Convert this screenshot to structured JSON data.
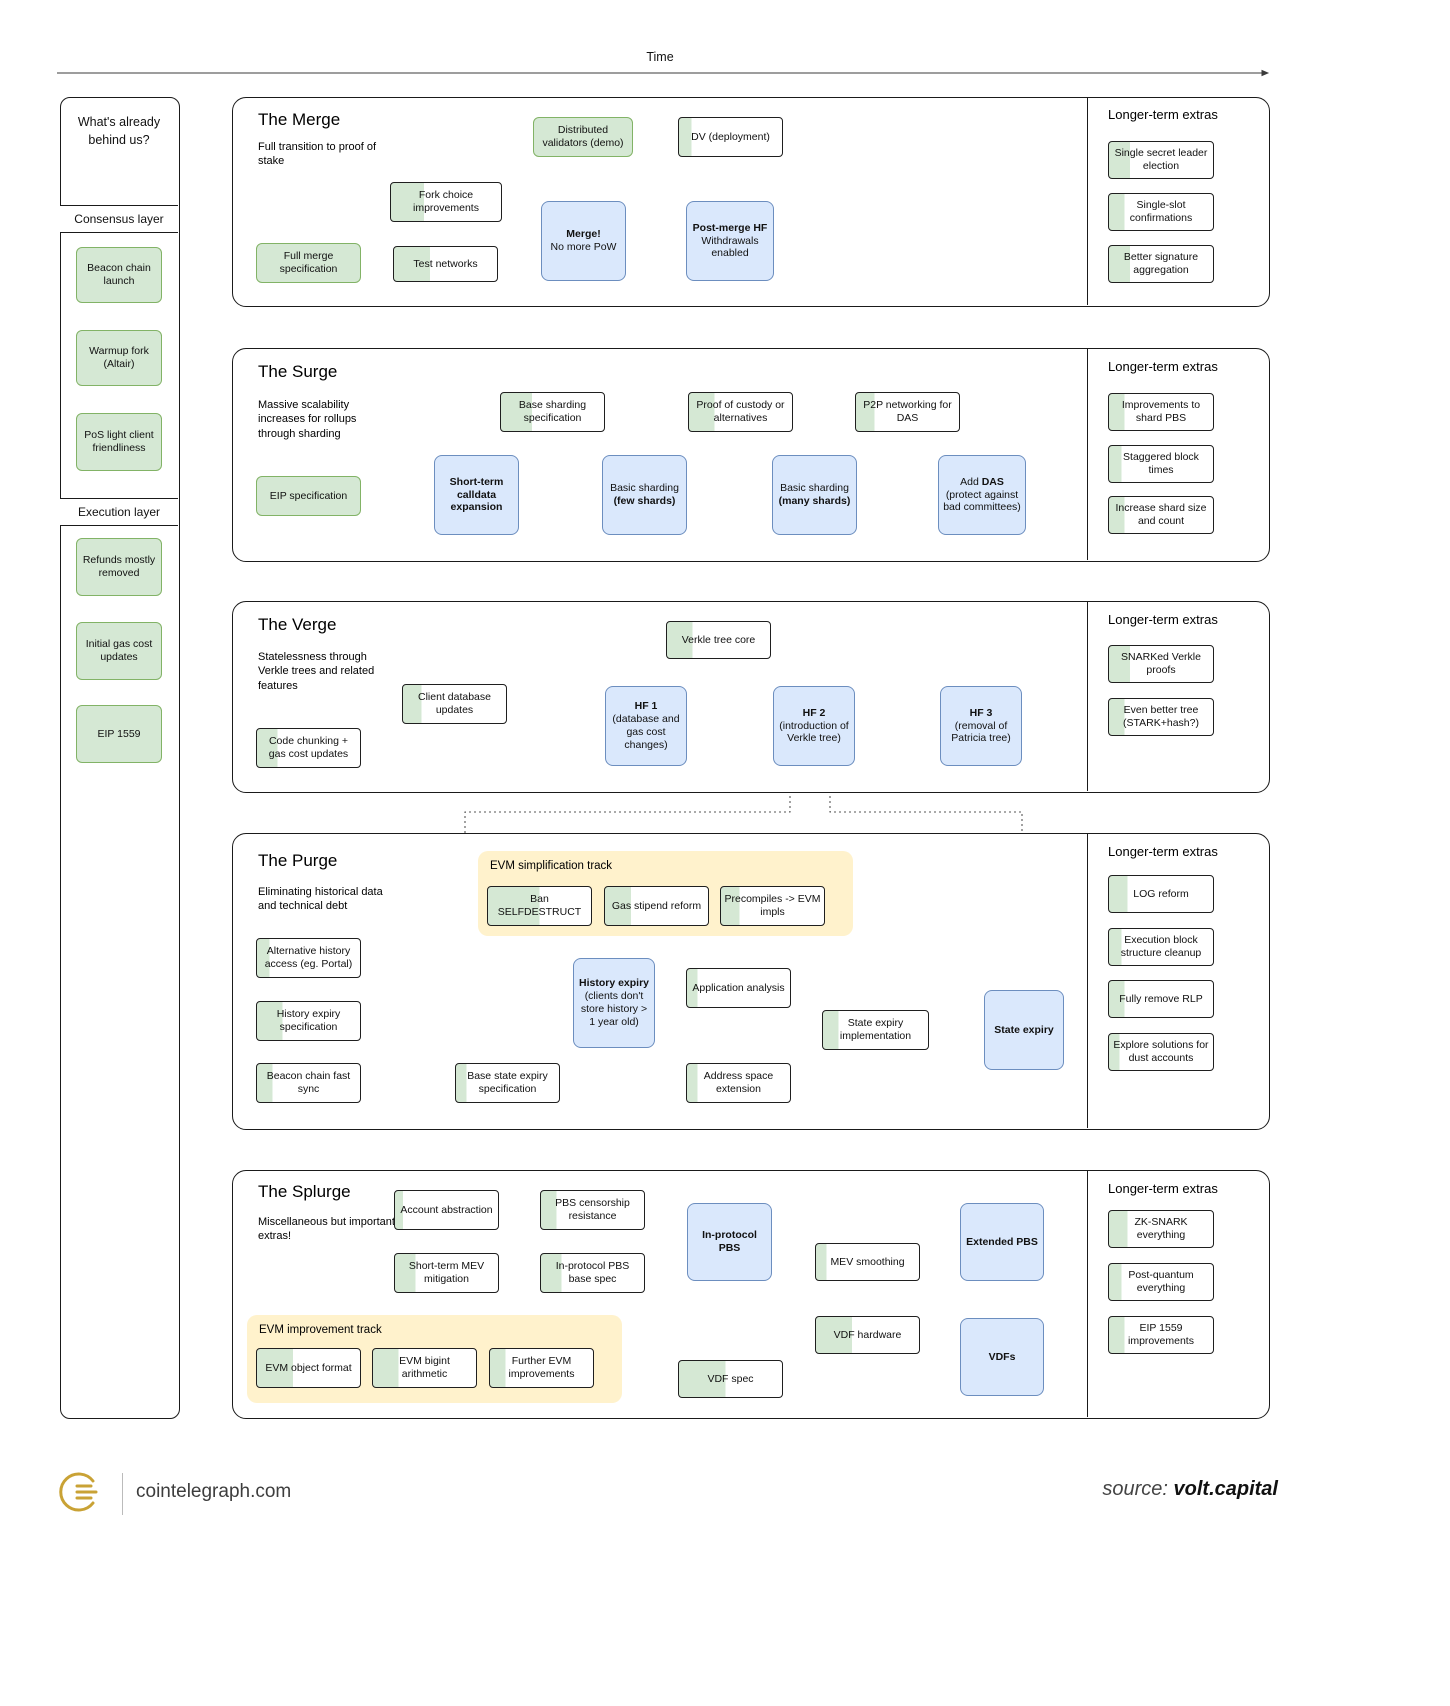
{
  "meta": {
    "time_label": "Time",
    "extras_title": "Longer-term extras"
  },
  "palette": {
    "done_green": "#d5e8d4",
    "green_border": "#82b366",
    "milestone_blue": "#dae8fc",
    "blue_border": "#6c8ebf",
    "track_yellow": "#fff2cc"
  },
  "sidebar": {
    "title": "What's already behind us?",
    "sections": [
      {
        "header": "Consensus layer",
        "items": [
          "Beacon chain launch",
          "Warmup fork (Altair)",
          "PoS light client friendliness"
        ]
      },
      {
        "header": "Execution layer",
        "items": [
          "Refunds mostly removed",
          "Initial gas cost updates",
          "EIP 1559"
        ]
      }
    ]
  },
  "merge": {
    "title": "The Merge",
    "desc": "Full transition to proof of stake",
    "nodes": {
      "dv_demo": "Distributed validators (demo)",
      "dv_deploy": "DV (deployment)",
      "fork_choice": "Fork choice improvements",
      "full_merge_spec": "Full merge specification",
      "test_networks": "Test networks",
      "merge_title": "Merge!",
      "merge_sub": "No more PoW",
      "post_merge_title": "Post-merge HF",
      "post_merge_sub": "Withdrawals enabled"
    },
    "extras": [
      "Single secret leader election",
      "Single-slot confirmations",
      "Better signature aggregation"
    ]
  },
  "surge": {
    "title": "The Surge",
    "desc": "Massive scalability increases for rollups through sharding",
    "nodes": {
      "base_sharding": "Base sharding specification",
      "proof_custody": "Proof of custody or alternatives",
      "p2p_das": "P2P networking for DAS",
      "eip_spec": "EIP specification",
      "calldata": "Short-term calldata expansion",
      "few_title": "Basic sharding",
      "few_sub": "(few shards)",
      "many_title": "Basic sharding",
      "many_sub": "(many shards)",
      "das_pre": "Add ",
      "das_bold": "DAS",
      "das_sub": "(protect against bad committees)"
    },
    "extras": [
      "Improvements to shard PBS",
      "Staggered block times",
      "Increase shard size and count"
    ]
  },
  "verge": {
    "title": "The Verge",
    "desc": "Statelessness through Verkle trees and related features",
    "nodes": {
      "verkle_core": "Verkle tree core",
      "client_db": "Client database updates",
      "code_chunking": "Code chunking + gas cost updates",
      "hf1_title": "HF 1",
      "hf1_sub": "(database and gas cost changes)",
      "hf2_title": "HF 2",
      "hf2_sub": "(introduction of Verkle tree)",
      "hf3_title": "HF 3",
      "hf3_sub": "(removal of Patricia tree)"
    },
    "extras": [
      "SNARKed Verkle proofs",
      "Even better tree (STARK+hash?)"
    ]
  },
  "purge": {
    "title": "The Purge",
    "desc": "Eliminating historical data and technical debt",
    "track_title": "EVM simplification track",
    "nodes": {
      "ban_sd": "Ban SELFDESTRUCT",
      "gas_stipend": "Gas stipend reform",
      "precompiles": "Precompiles -> EVM impls",
      "alt_history": "Alternative history access (eg. Portal)",
      "history_spec": "History expiry specification",
      "beacon_sync": "Beacon chain fast sync",
      "history_expiry_title": "History expiry",
      "history_expiry_sub": "(clients don't store history > 1 year old)",
      "app_analysis": "Application analysis",
      "base_state_spec": "Base state expiry specification",
      "addr_space": "Address space extension",
      "state_impl": "State expiry implementation",
      "state_expiry": "State expiry"
    },
    "extras": [
      "LOG reform",
      "Execution block structure cleanup",
      "Fully remove RLP",
      "Explore solutions for dust accounts"
    ]
  },
  "splurge": {
    "title": "The Splurge",
    "desc": "Miscellaneous but important extras!",
    "track_title": "EVM improvement track",
    "nodes": {
      "account_abs": "Account abstraction",
      "pbs_censor": "PBS censorship resistance",
      "mev_mitigation": "Short-term MEV mitigation",
      "pbs_base_spec": "In-protocol PBS base spec",
      "in_protocol_pbs": "In-protocol PBS",
      "mev_smoothing": "MEV smoothing",
      "extended_pbs": "Extended PBS",
      "evm_object": "EVM object format",
      "evm_bigint": "EVM bigint arithmetic",
      "further_evm": "Further EVM improvements",
      "vdf_hardware": "VDF hardware",
      "vdf_spec": "VDF spec",
      "vdfs": "VDFs"
    },
    "extras": [
      "ZK-SNARK everything",
      "Post-quantum everything",
      "EIP 1559 improvements"
    ]
  },
  "footer": {
    "site": "cointelegraph.com",
    "source_prefix": "source:",
    "source_name": "volt.capital"
  }
}
